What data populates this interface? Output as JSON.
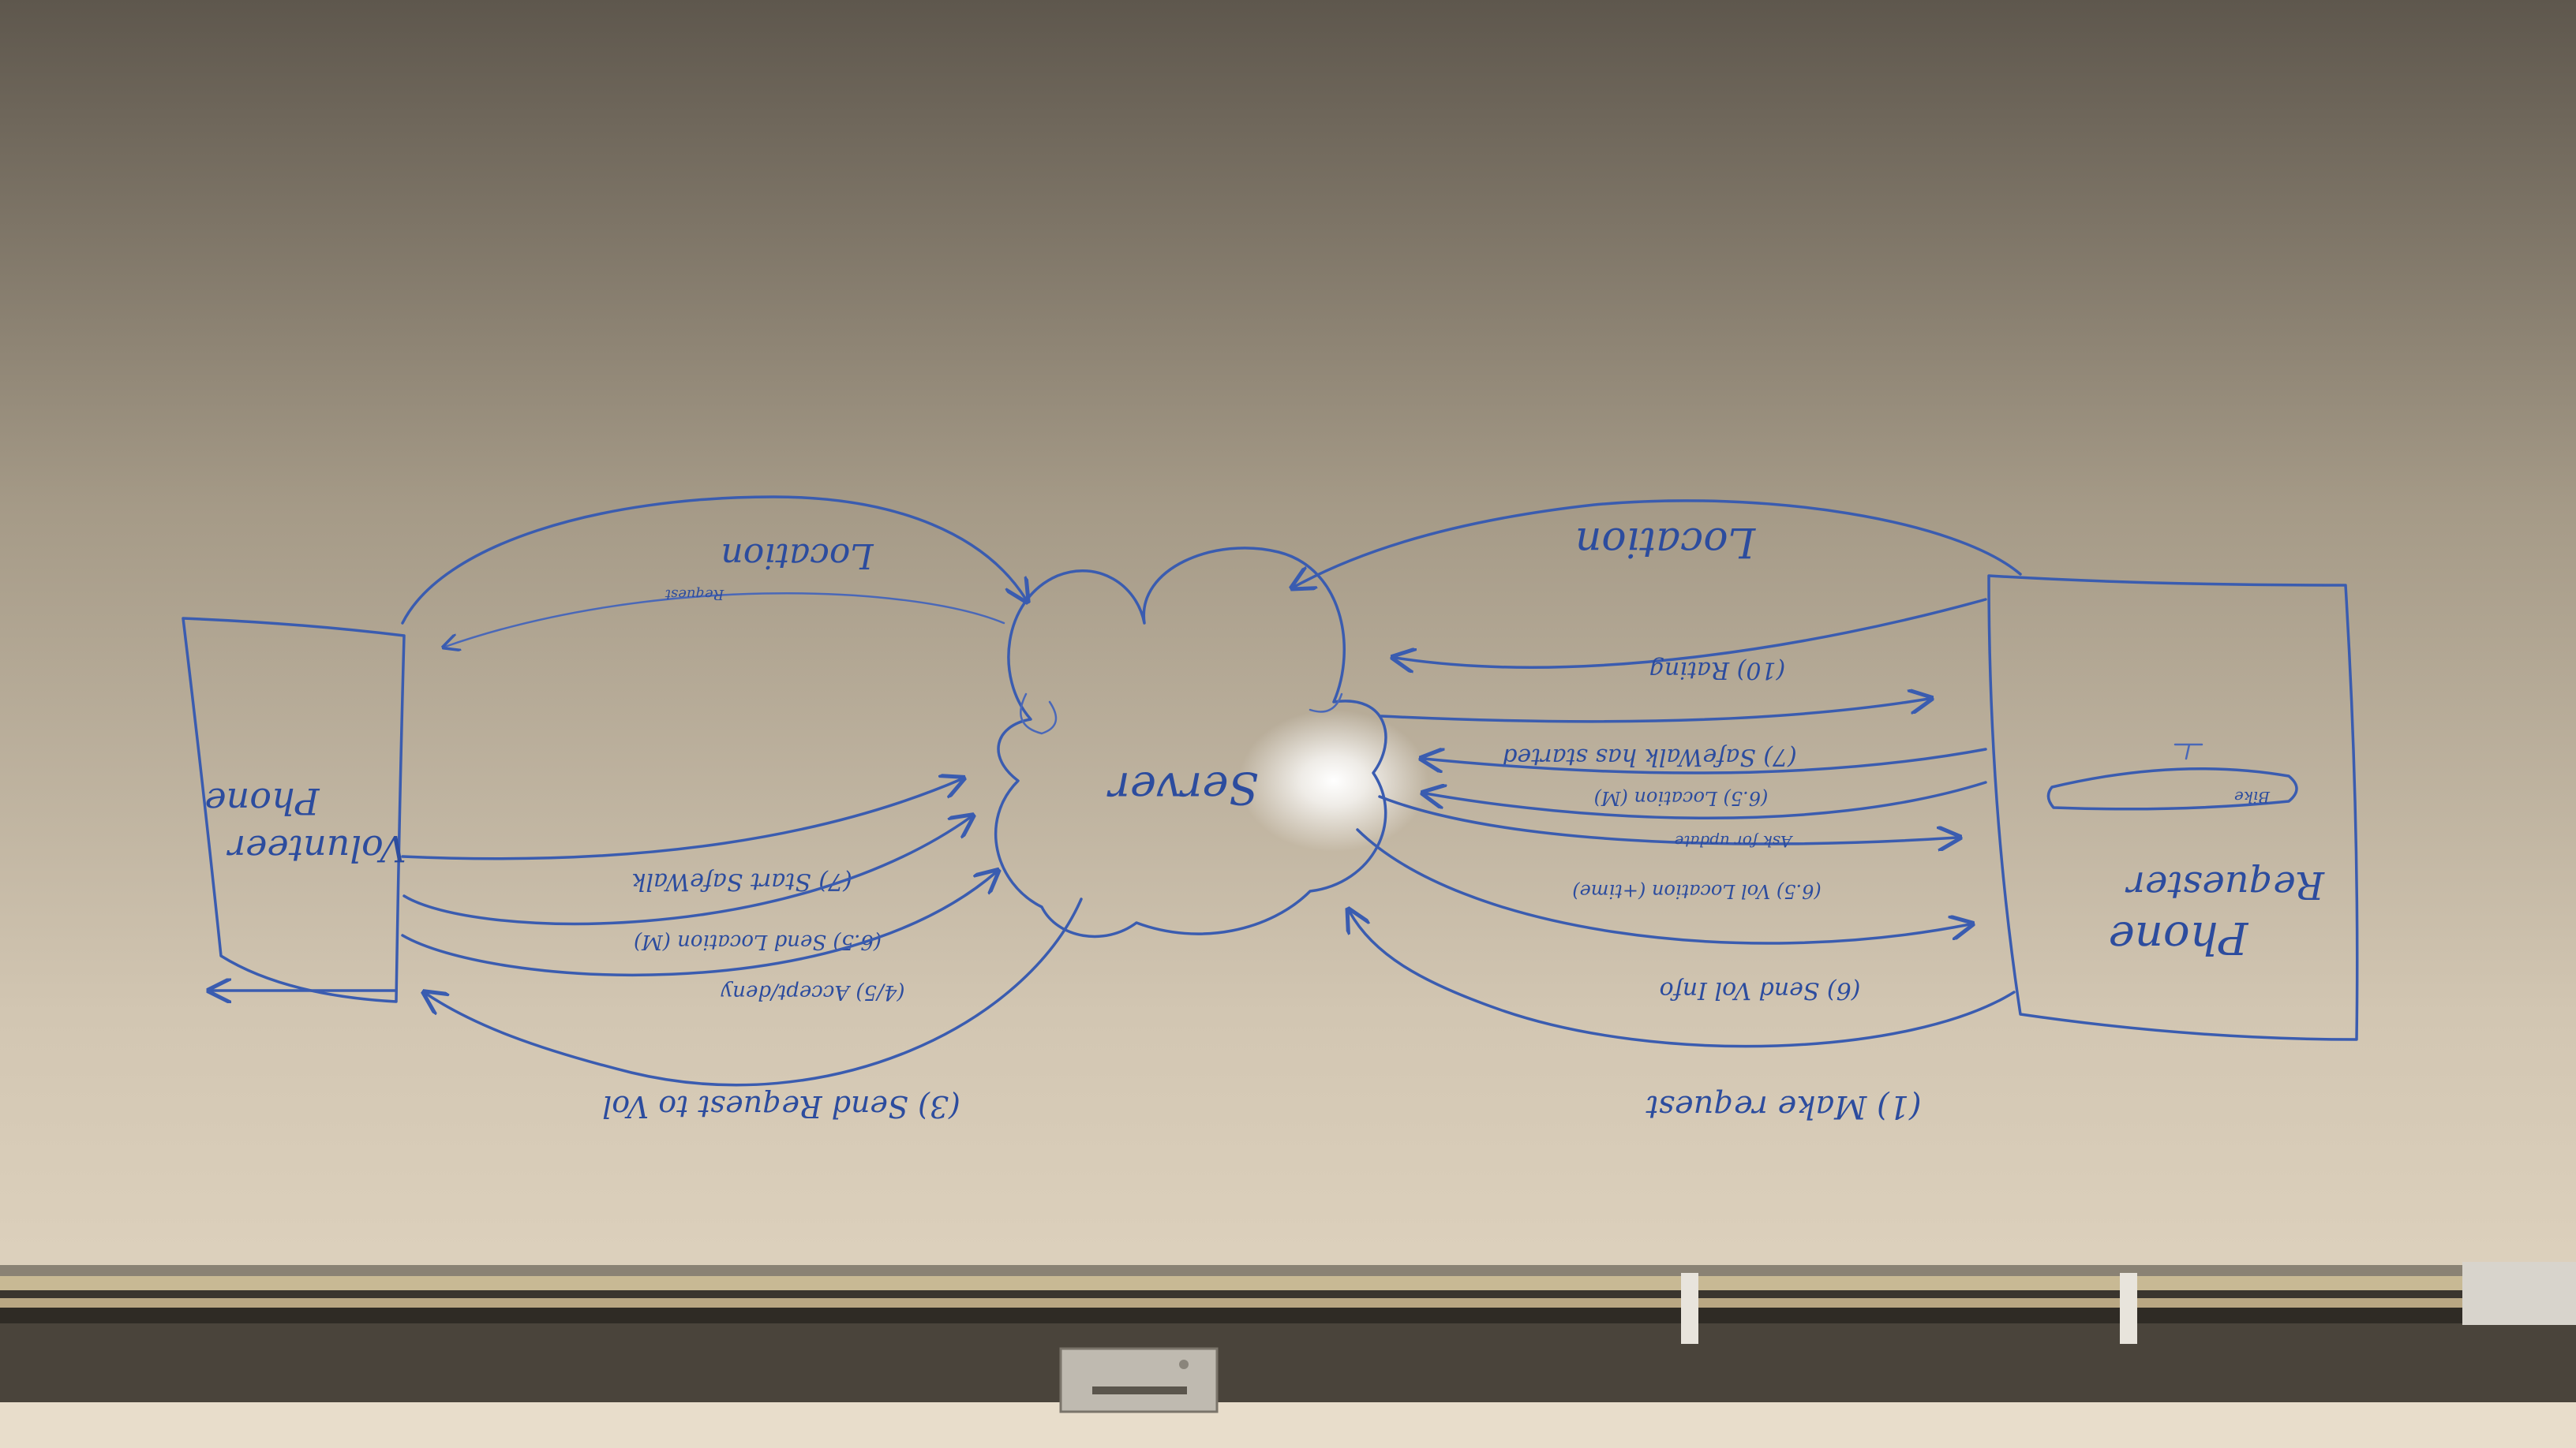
{
  "diagram": {
    "server": {
      "label": "Server"
    },
    "volunteer_phone": {
      "label_line1": "Volunteer",
      "label_line2": "Phone"
    },
    "requester_phone": {
      "label_line1": "Requester",
      "label_line2": "Phone",
      "sketch_caption": "Bike"
    },
    "left_arrows": {
      "location": "Location",
      "top_small": "Request",
      "start_safewalk": "(7) Start SafeWalk",
      "send_location": "(6.5) Send Location (M)",
      "accept_deny": "(4/5) Accept/deny",
      "send_request": "(3) Send Request to Vol"
    },
    "right_arrows": {
      "location": "Location",
      "rating": "(10) Rating",
      "safewalk_started": "(7) SafeWalk has started",
      "location_m": "(6.5) Location (M)",
      "ask_for_update": "Ask for update",
      "vol_location": "(6.5) Vol Location (+time)",
      "send_vol_info": "(6) Send Vol Info",
      "make_request": "(1) Make request"
    }
  },
  "colors": {
    "wall_top": "#5f584e",
    "wall_mid": "#b8ac98",
    "wall_bottom": "#e2d6c2",
    "ink": "#3a5cb0",
    "rail": "#3e3a34"
  }
}
